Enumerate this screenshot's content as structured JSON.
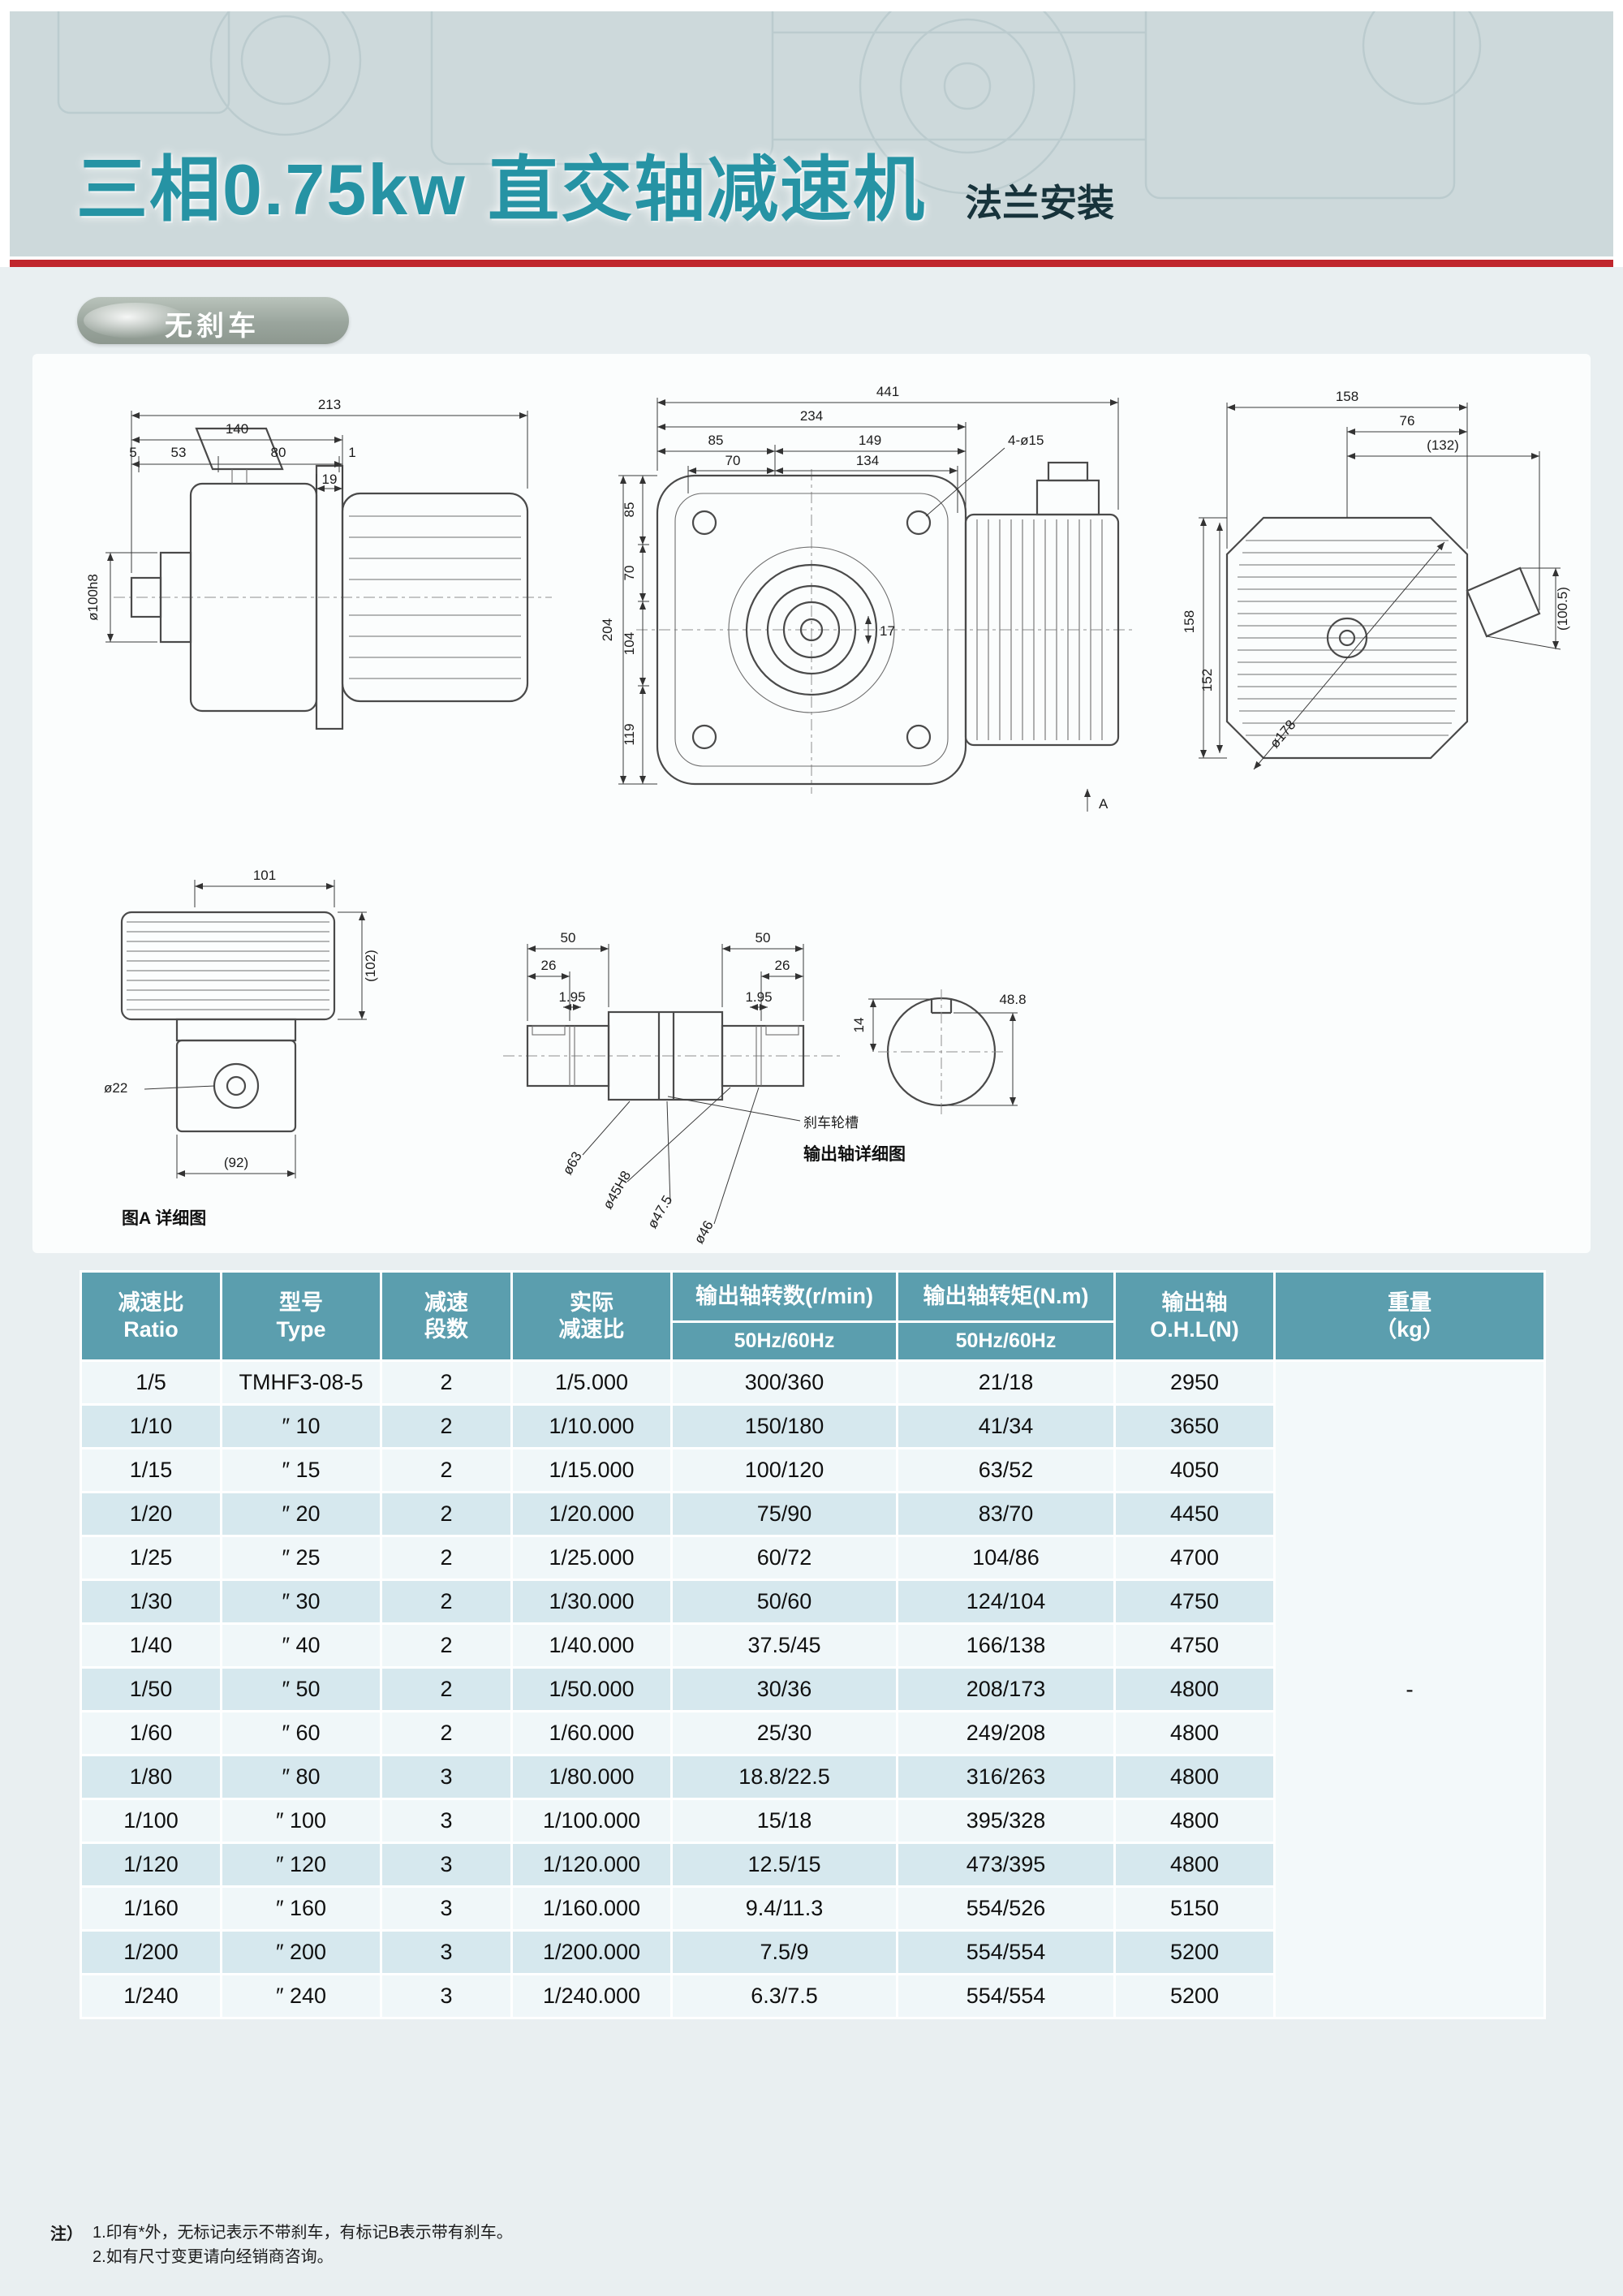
{
  "header": {
    "title": "三相0.75kw 直交轴减速机",
    "subtitle": "法兰安装",
    "badge_label": "无刹车"
  },
  "drawings": {
    "side": {
      "d_total": "213",
      "d_140": "140",
      "d_5": "5",
      "d_53": "53",
      "d_80": "80",
      "d_1": "1",
      "d_19": "19",
      "d_bore": "ø100h8"
    },
    "front": {
      "d_total": "441",
      "d_234": "234",
      "d_85": "85",
      "d_149": "149",
      "d_70": "70",
      "d_134": "134",
      "d_holes": "4-ø15",
      "v_204": "204",
      "v_85": "85",
      "v_70": "70",
      "v_104": "104",
      "v_119": "119",
      "v_17": "17",
      "marker_a": "A"
    },
    "rear": {
      "d_158": "158",
      "d_76": "76",
      "d_132": "(132)",
      "v_158": "158",
      "v_152": "152",
      "v_1005": "(100.5)",
      "d_dia": "ø178"
    },
    "detail_a": {
      "d_101": "101",
      "v_102": "(102)",
      "d_gland": "ø22",
      "d_92": "(92)",
      "caption": "图A 详细图"
    },
    "shaft": {
      "d_50l": "50",
      "d_50r": "50",
      "d_26l": "26",
      "d_26r": "26",
      "d_195l": "1.95",
      "d_195r": "1.95",
      "d_488": "48.8",
      "d_14": "14",
      "dia_63": "ø63",
      "dia_45": "ø45H8",
      "dia_475": "ø47.5",
      "dia_46": "ø46",
      "groove_label": "刹车轮槽",
      "caption": "输出轴详细图"
    }
  },
  "table": {
    "headers": {
      "ratio_l1": "减速比",
      "ratio_l2": "Ratio",
      "type_l1": "型号",
      "type_l2": "Type",
      "stages_l1": "减速",
      "stages_l2": "段数",
      "actual_l1": "实际",
      "actual_l2": "减速比",
      "speed_main": "输出轴转数(r/min)",
      "speed_sub": "50Hz/60Hz",
      "torque_main": "输出轴转矩(N.m)",
      "torque_sub": "50Hz/60Hz",
      "ohl_l1": "输出轴",
      "ohl_l2": "O.H.L(N)",
      "weight_l1": "重量",
      "weight_l2": "（kg）"
    },
    "weight_value": "-",
    "rows": [
      {
        "ratio": "1/5",
        "type": "TMHF3-08-5",
        "stages": "2",
        "actual": "1/5.000",
        "speed": "300/360",
        "torque": "21/18",
        "ohl": "2950"
      },
      {
        "ratio": "1/10",
        "type": "″ 10",
        "stages": "2",
        "actual": "1/10.000",
        "speed": "150/180",
        "torque": "41/34",
        "ohl": "3650"
      },
      {
        "ratio": "1/15",
        "type": "″ 15",
        "stages": "2",
        "actual": "1/15.000",
        "speed": "100/120",
        "torque": "63/52",
        "ohl": "4050"
      },
      {
        "ratio": "1/20",
        "type": "″ 20",
        "stages": "2",
        "actual": "1/20.000",
        "speed": "75/90",
        "torque": "83/70",
        "ohl": "4450"
      },
      {
        "ratio": "1/25",
        "type": "″ 25",
        "stages": "2",
        "actual": "1/25.000",
        "speed": "60/72",
        "torque": "104/86",
        "ohl": "4700"
      },
      {
        "ratio": "1/30",
        "type": "″ 30",
        "stages": "2",
        "actual": "1/30.000",
        "speed": "50/60",
        "torque": "124/104",
        "ohl": "4750"
      },
      {
        "ratio": "1/40",
        "type": "″ 40",
        "stages": "2",
        "actual": "1/40.000",
        "speed": "37.5/45",
        "torque": "166/138",
        "ohl": "4750"
      },
      {
        "ratio": "1/50",
        "type": "″ 50",
        "stages": "2",
        "actual": "1/50.000",
        "speed": "30/36",
        "torque": "208/173",
        "ohl": "4800"
      },
      {
        "ratio": "1/60",
        "type": "″ 60",
        "stages": "2",
        "actual": "1/60.000",
        "speed": "25/30",
        "torque": "249/208",
        "ohl": "4800"
      },
      {
        "ratio": "1/80",
        "type": "″ 80",
        "stages": "3",
        "actual": "1/80.000",
        "speed": "18.8/22.5",
        "torque": "316/263",
        "ohl": "4800"
      },
      {
        "ratio": "1/100",
        "type": "″ 100",
        "stages": "3",
        "actual": "1/100.000",
        "speed": "15/18",
        "torque": "395/328",
        "ohl": "4800"
      },
      {
        "ratio": "1/120",
        "type": "″ 120",
        "stages": "3",
        "actual": "1/120.000",
        "speed": "12.5/15",
        "torque": "473/395",
        "ohl": "4800"
      },
      {
        "ratio": "1/160",
        "type": "″ 160",
        "stages": "3",
        "actual": "1/160.000",
        "speed": "9.4/11.3",
        "torque": "554/526",
        "ohl": "5150"
      },
      {
        "ratio": "1/200",
        "type": "″ 200",
        "stages": "3",
        "actual": "1/200.000",
        "speed": "7.5/9",
        "torque": "554/554",
        "ohl": "5200"
      },
      {
        "ratio": "1/240",
        "type": "″ 240",
        "stages": "3",
        "actual": "1/240.000",
        "speed": "6.3/7.5",
        "torque": "554/554",
        "ohl": "5200"
      }
    ]
  },
  "notes": {
    "label": "注）",
    "line1": "1.印有*外，无标记表示不带刹车，有标记B表示带有刹车。",
    "line2": "2.如有尺寸变更请向经销商咨询。"
  }
}
